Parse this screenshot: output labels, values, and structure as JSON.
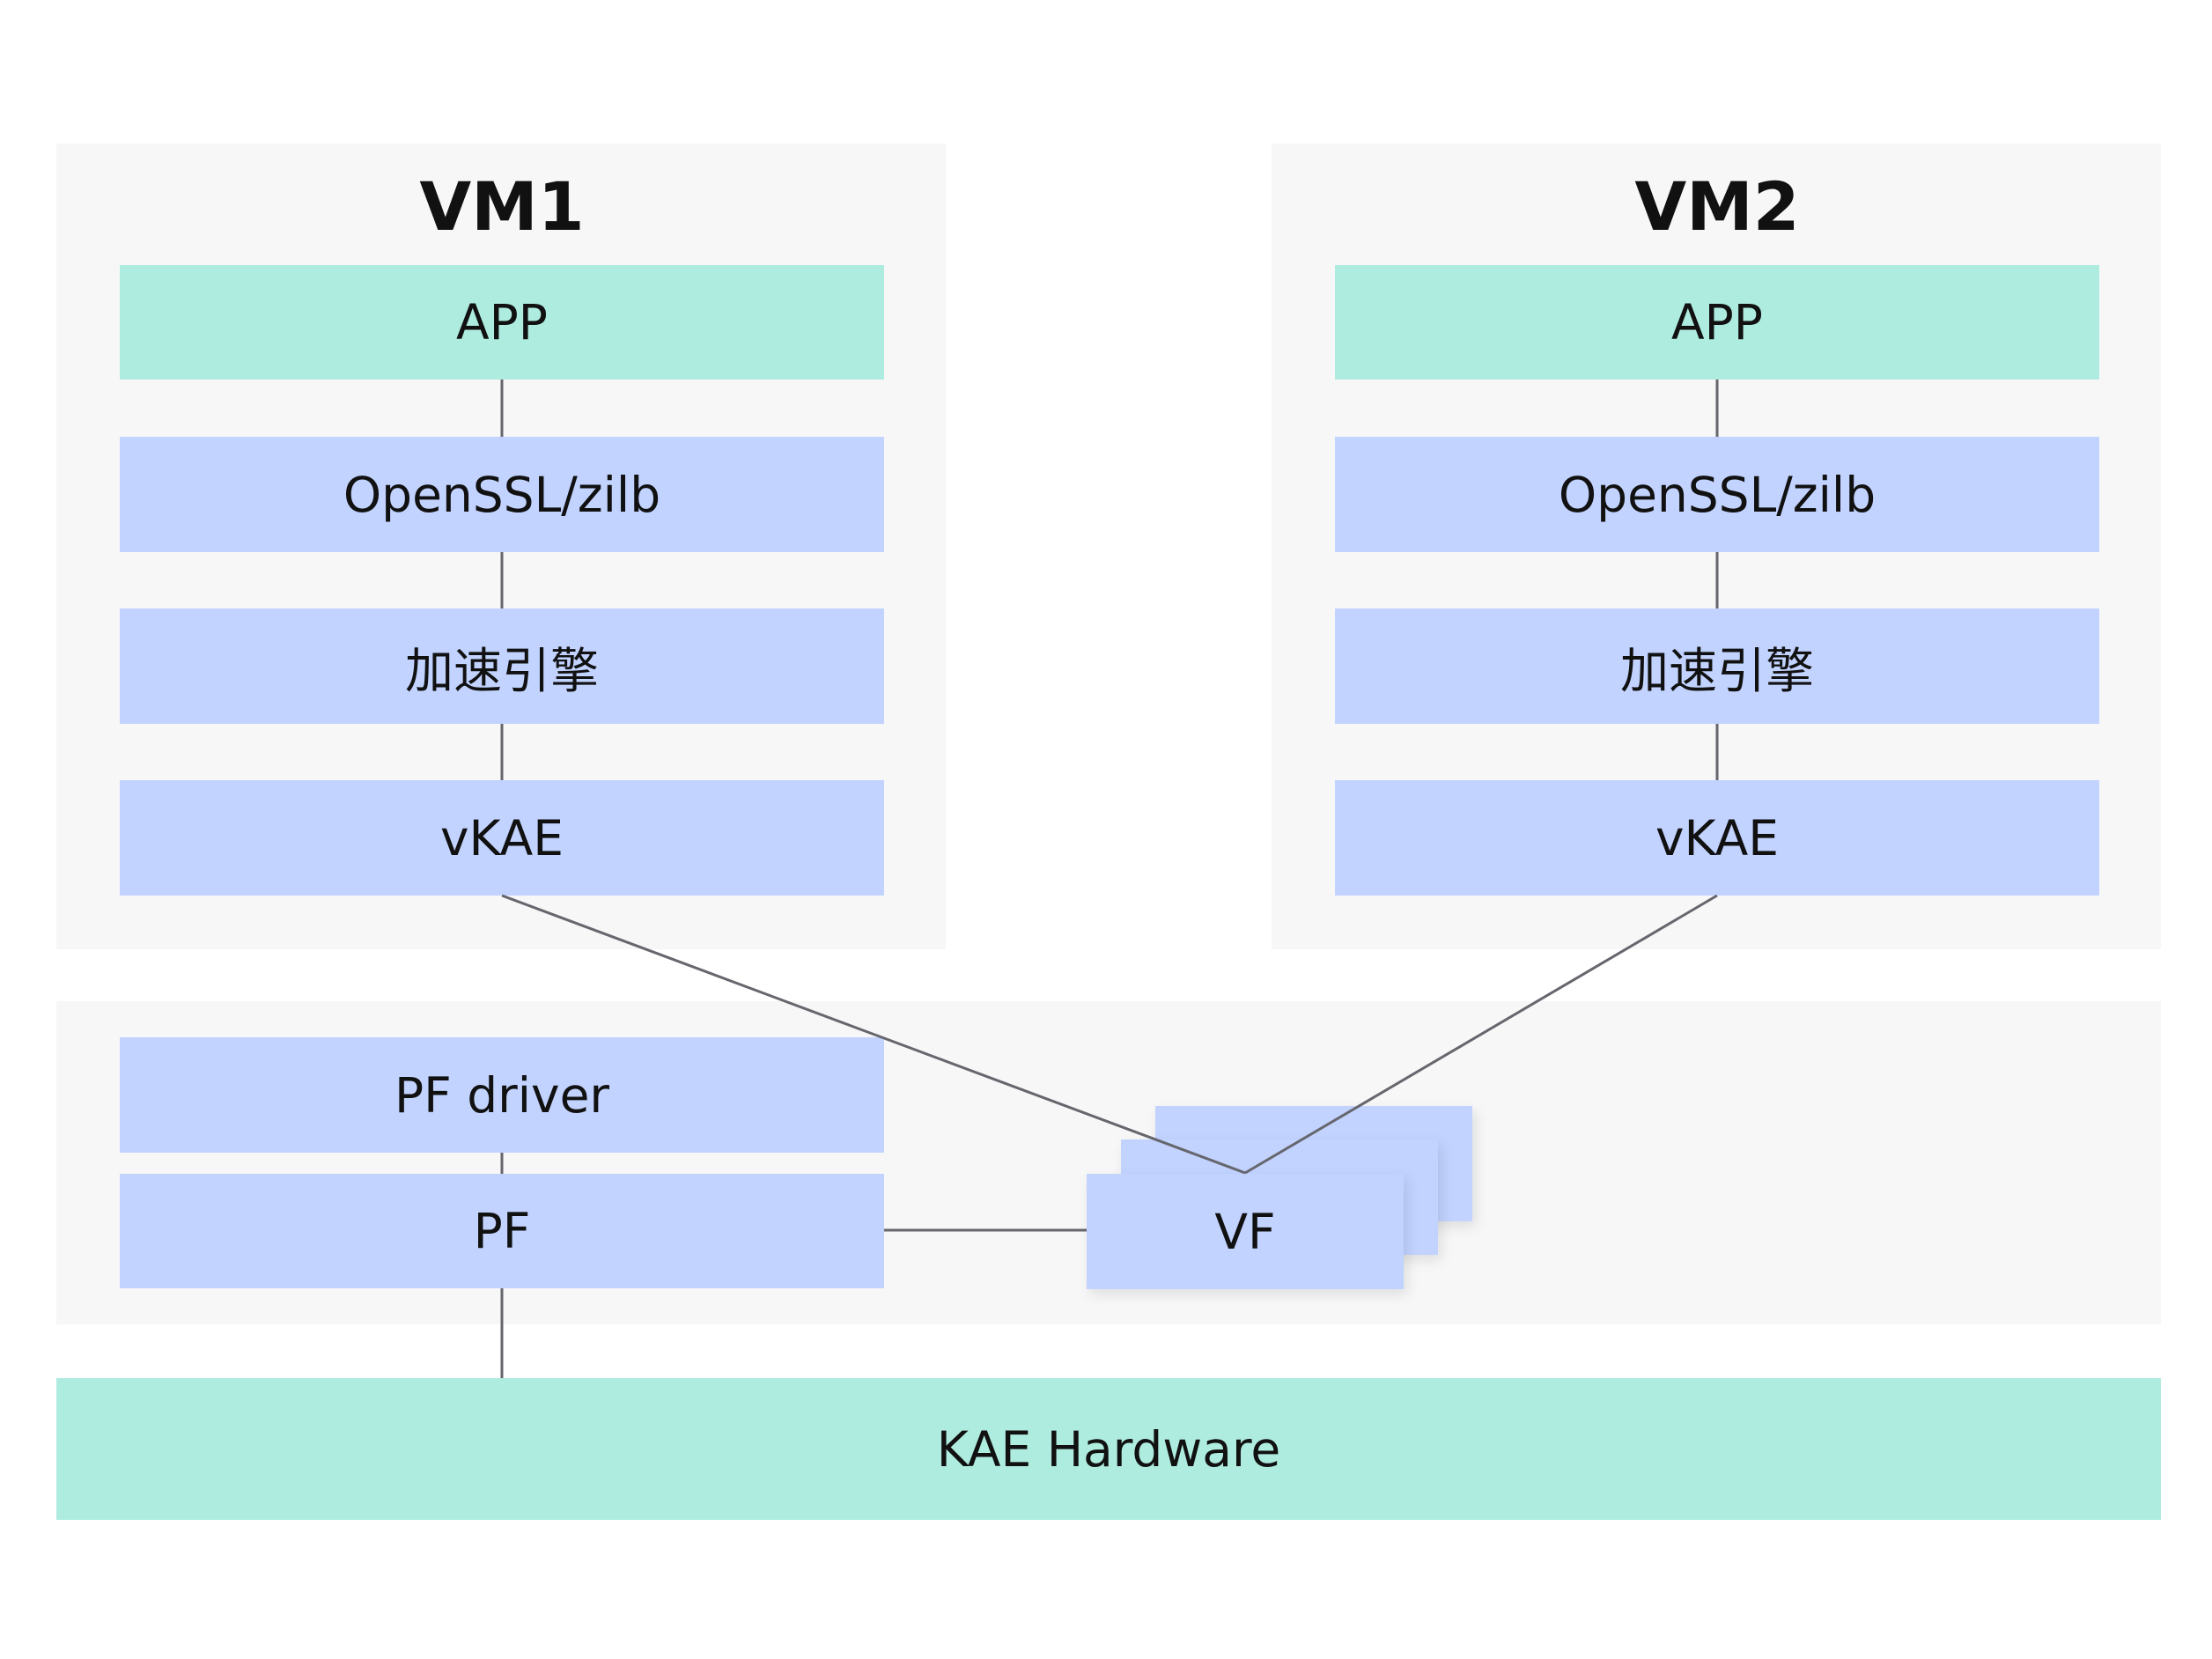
{
  "vm1": {
    "title": "VM1",
    "layers": [
      "APP",
      "OpenSSL/zilb",
      "加速引擎",
      "vKAE"
    ]
  },
  "vm2": {
    "title": "VM2",
    "layers": [
      "APP",
      "OpenSSL/zilb",
      "加速引擎",
      "vKAE"
    ]
  },
  "host": {
    "pf_driver": "PF driver",
    "pf": "PF",
    "vf": "VF"
  },
  "hardware": {
    "label": "KAE Hardware"
  },
  "colors": {
    "panel": "#f7f7f7",
    "teal": "#afece0",
    "blue": "#c2d3ff",
    "line": "#66666e"
  }
}
